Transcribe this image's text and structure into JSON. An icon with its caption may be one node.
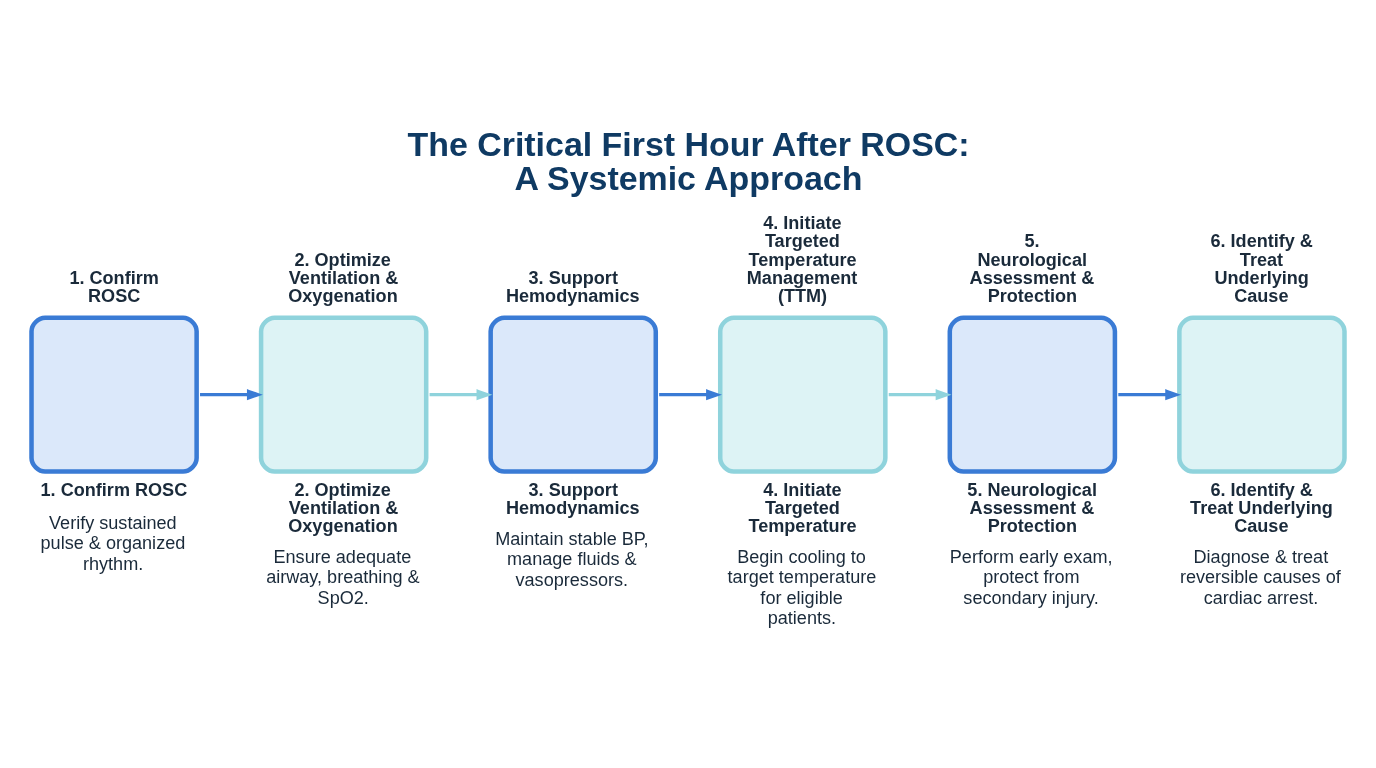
{
  "diagram": {
    "title": "The Critical First Hour After ROSC: A Systemic Approach",
    "nodes": [
      {
        "text": [
          "1. Confirm ROSC"
        ],
        "beside": [
          "1. Confirm ROSC",
          "Verify sustained pulse & organized rhythm."
        ]
      },
      {
        "text": [
          "2. Optimize Ventilation & Oxygenation"
        ],
        "beside": [
          "2. Optimize Ventilation & Oxygenation",
          "Ensure adequate airway, breathing & SpO2."
        ]
      },
      {
        "text": [
          "3. Support Hemodynamics"
        ],
        "beside": [
          "3. Support Hemodynamics",
          "Maintain stable BP, manage fluids & vasopressors."
        ]
      },
      {
        "text": [
          "4. Initiate Targeted Temperature Management (TTM)"
        ],
        "beside": [
          "4. Initiate Targeted Temperature",
          "Begin cooling to target temperature for eligible patients."
        ]
      },
      {
        "text": [
          "5. Neurological Assessment & Protection"
        ],
        "beside": [
          "5. Neurological Assessment & Protection",
          "Perform early exam, protect from secondary injury."
        ]
      },
      {
        "text": [
          "6. Identify & Treat Underlying Cause"
        ],
        "beside": [
          "6. Identify & Treat Underlying Cause",
          "Diagnose & treat reversible causes of cardiac arrest."
        ]
      }
    ],
    "edges": [
      {
        "from": 0,
        "to": 1,
        "arrow": "to"
      },
      {
        "from": 1,
        "to": 2,
        "arrow": "to",
        "color": "#8fd3dc"
      },
      {
        "from": 2,
        "to": 3,
        "arrow": "to"
      },
      {
        "from": 3,
        "to": 4,
        "arrow": "to",
        "color": "#8fd3dc"
      },
      {
        "from": 4,
        "to": 5,
        "arrow": "to"
      }
    ]
  }
}
